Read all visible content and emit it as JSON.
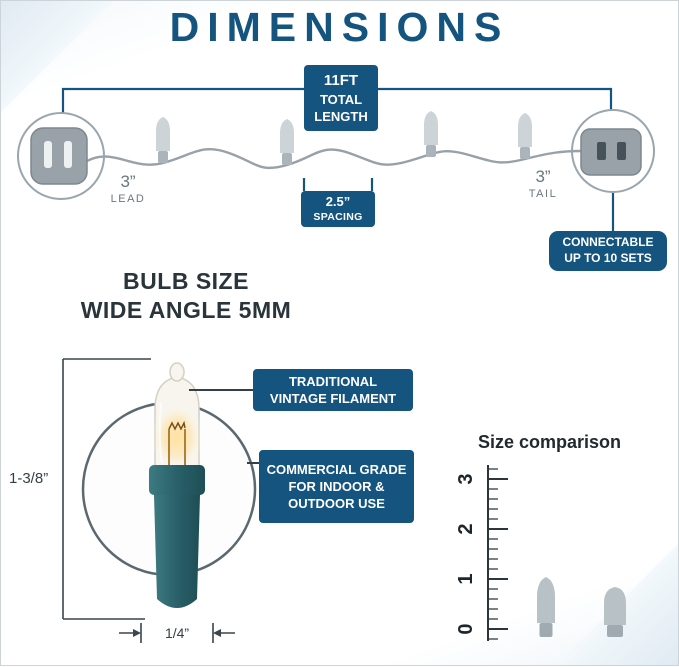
{
  "title": "DIMENSIONS",
  "string_diagram": {
    "total_length": {
      "line1": "11FT",
      "line2": "TOTAL",
      "line3": "LENGTH"
    },
    "lead": {
      "value": "3”",
      "label": "LEAD"
    },
    "tail": {
      "value": "3”",
      "label": "TAIL"
    },
    "spacing": {
      "line1": "2.5”",
      "line2": "SPACING"
    },
    "connectable": {
      "line1": "CONNECTABLE",
      "line2": "UP TO 10 SETS"
    }
  },
  "bulb_detail": {
    "heading_line1": "BULB SIZE",
    "heading_line2": "WIDE ANGLE 5MM",
    "filament_callout": {
      "line1": "TRADITIONAL",
      "line2": "VINTAGE FILAMENT"
    },
    "grade_callout": {
      "line1": "COMMERCIAL GRADE",
      "line2": "FOR INDOOR &",
      "line3": "OUTDOOR USE"
    },
    "height": "1-3/8”",
    "width": "1/4”"
  },
  "size_comparison": {
    "title": "Size comparison",
    "ruler_marks": [
      "3",
      "2",
      "1",
      "0"
    ]
  },
  "colors": {
    "badge_blue": "#14547f",
    "title_blue": "#14547f",
    "wire_gray": "#97a1a7",
    "bulb_gray": "#ccd4d8",
    "base_teal": "#2a6069"
  }
}
